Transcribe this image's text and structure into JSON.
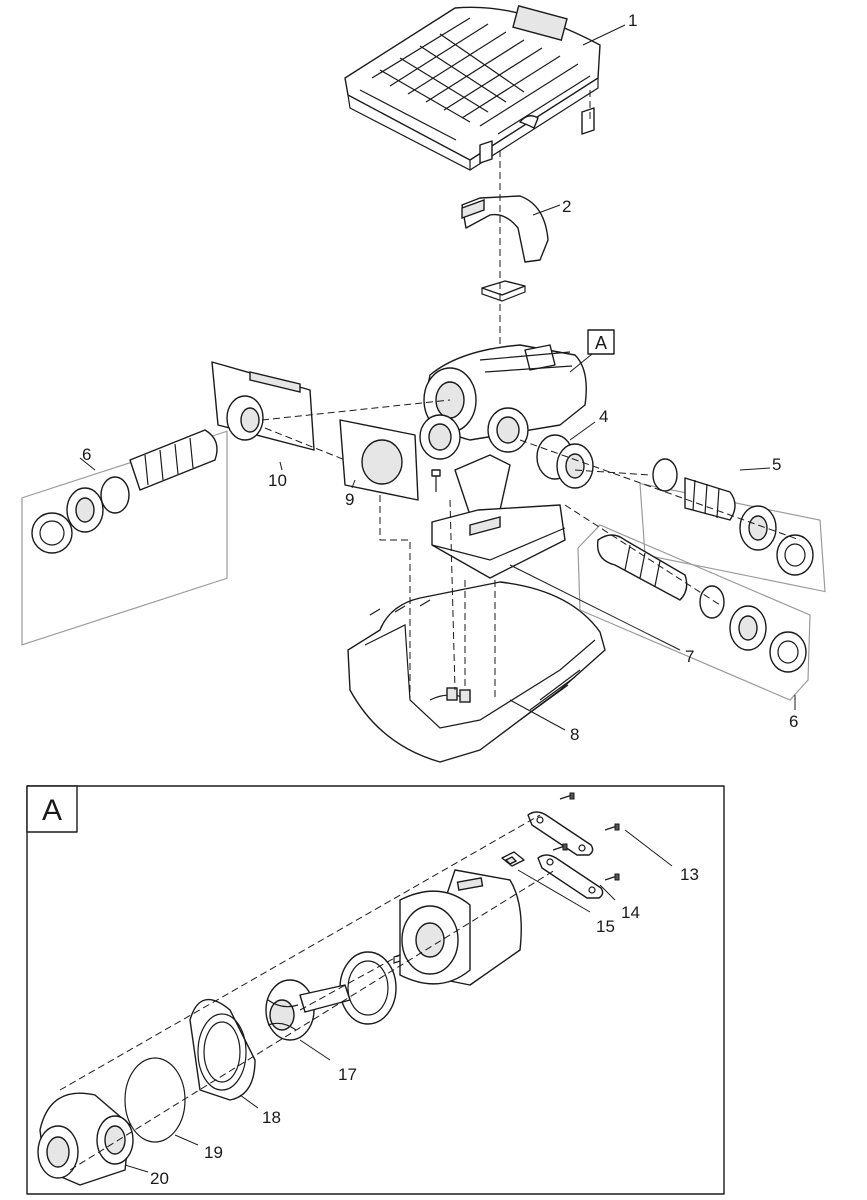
{
  "labels": {
    "p1": "1",
    "p2": "2",
    "p4": "4",
    "p5": "5",
    "p6a": "6",
    "p6b": "6",
    "p7": "7",
    "p8": "8",
    "p9": "9",
    "p10": "10",
    "p13": "13",
    "p14": "14",
    "p15": "15",
    "p17": "17",
    "p18": "18",
    "p19": "19",
    "p20": "20"
  },
  "detail_marker": "A",
  "detail_title": "A",
  "colors": {
    "line": "#1a1a1a",
    "group_box": "#9a9a9a",
    "fill": "#ffffff",
    "shade": "#e6e6e6"
  }
}
